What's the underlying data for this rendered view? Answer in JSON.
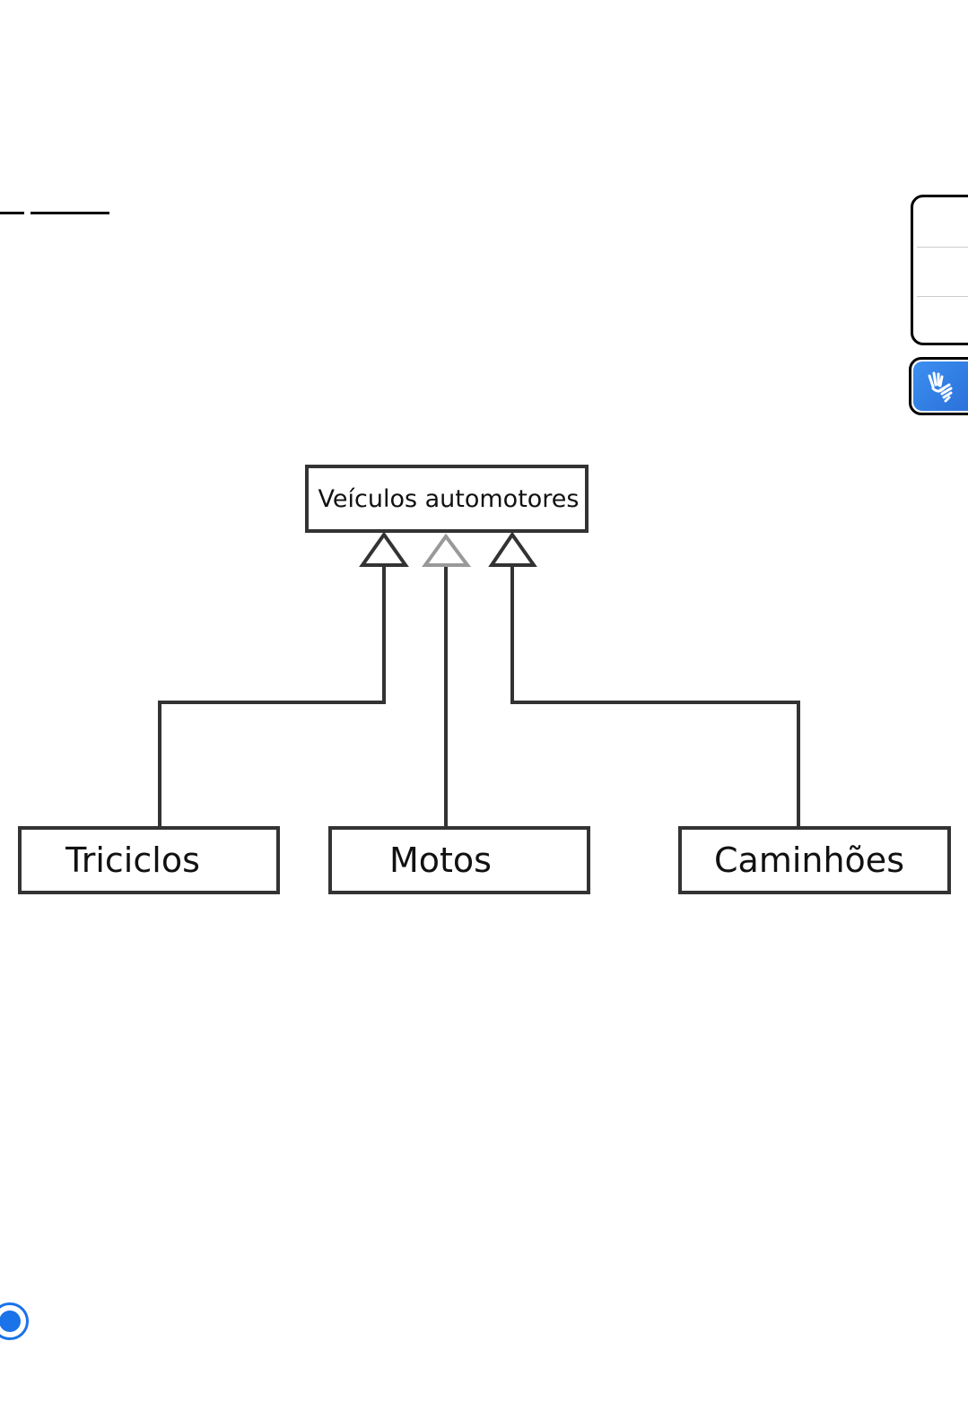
{
  "diagram": {
    "parent": "Veículos automotores",
    "children": [
      "Triciclos",
      "Motos",
      "Caminhões"
    ],
    "relation": "generalization"
  },
  "accessibility": {
    "icon": "sign-language-icon",
    "color": "#2f7de6"
  },
  "answer_option": {
    "selected": true,
    "color": "#1a73e8"
  }
}
